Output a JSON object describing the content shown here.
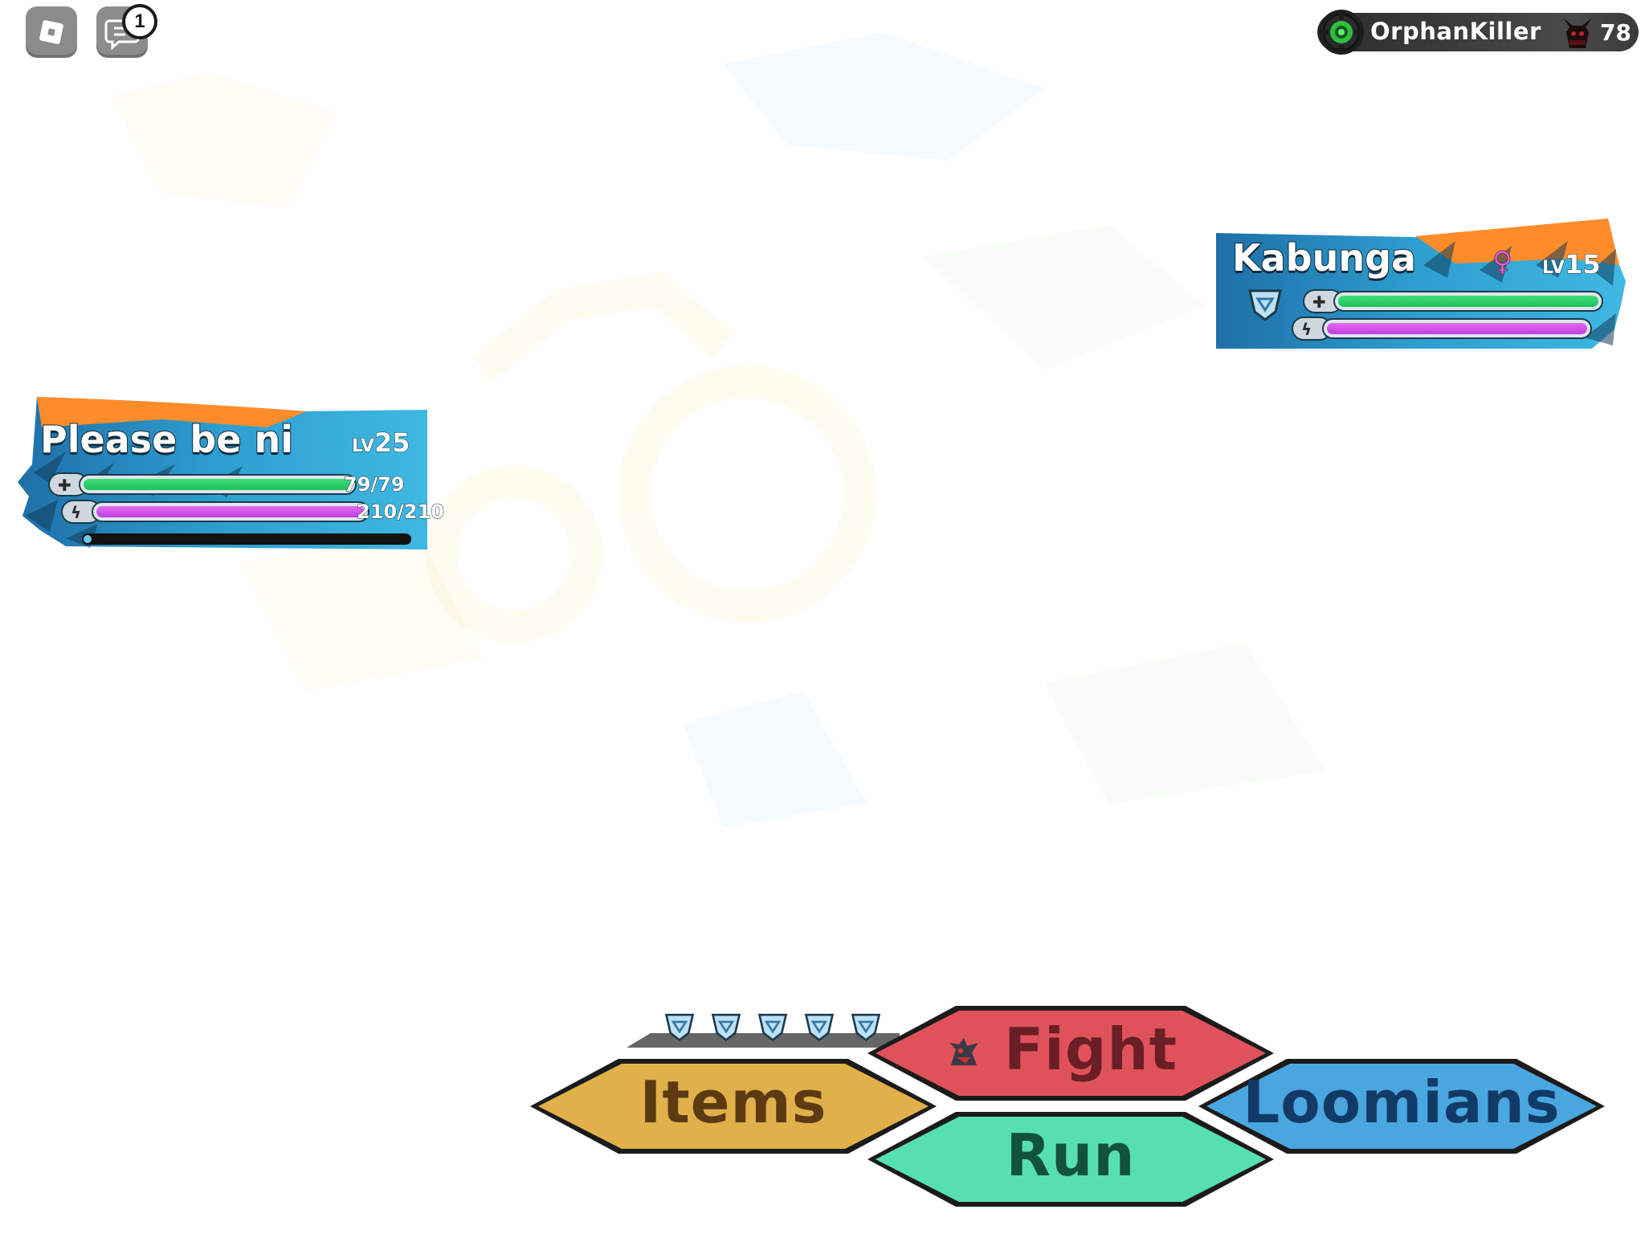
{
  "topbar": {
    "chat_badge": "1",
    "icons": {
      "menu": "roblox-logo-icon",
      "chat": "chat-icon"
    }
  },
  "player_tag": {
    "username": "OrphanKiller",
    "count": "78",
    "icons": {
      "avatar": "gear-emblem-icon",
      "mascot": "demon-icon"
    }
  },
  "ally": {
    "name": "Please be ni",
    "level_prefix": "LV",
    "level": "25",
    "hp": {
      "current": 79,
      "max": 79,
      "label": "79/79"
    },
    "energy": {
      "current": 210,
      "max": 210,
      "label": "210/210"
    },
    "xp_fraction": 0.02
  },
  "enemy": {
    "name": "Kabunga",
    "level_prefix": "LV",
    "level": "15",
    "gender_symbol": "♀",
    "hp_fraction": 1.0,
    "energy_fraction": 1.0,
    "icons": {
      "capture": "loomian-ball-icon"
    }
  },
  "party_balls": 5,
  "menu": {
    "fight": "Fight",
    "items": "Items",
    "loomians": "Loomians",
    "run": "Run"
  },
  "colors": {
    "fight": "#e0525a",
    "items": "#e0b04a",
    "loomians": "#4aa6df",
    "run": "#56e0b0",
    "panel_blue": "#2e9fd0",
    "panel_orange": "#ff8c2a"
  }
}
